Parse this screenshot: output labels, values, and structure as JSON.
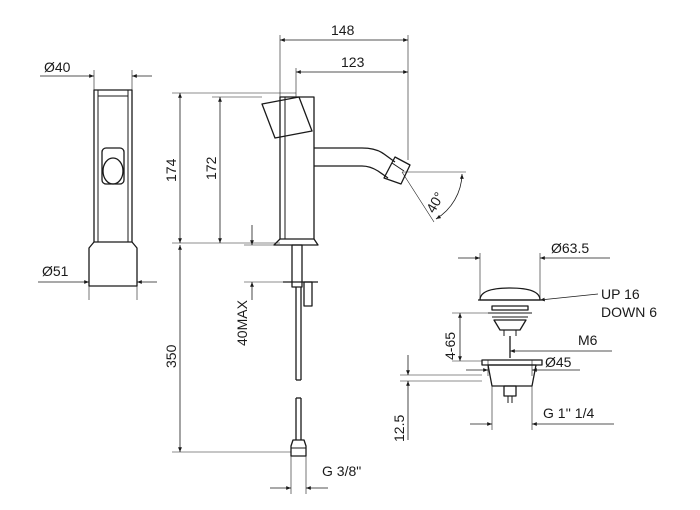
{
  "dimensions": {
    "spout_reach_total": "148",
    "spout_reach": "123",
    "side_view_diameter": "Ø40",
    "base_diameter": "Ø51",
    "body_height_total": "174",
    "body_height": "172",
    "max_deck_thickness": "40MAX",
    "supply_hose_length": "350",
    "spray_angle": "40°",
    "inlet_thread": "G 3/8\""
  },
  "waste_dimensions": {
    "cap_diameter": "Ø63.5",
    "stroke_up": "UP 16",
    "stroke_down": "DOWN 6",
    "adjust_range": "4-65",
    "rod_thread": "M6",
    "flange_diameter": "Ø45",
    "outlet_thread": "G 1'' 1/4",
    "flange_height": "12.5"
  }
}
